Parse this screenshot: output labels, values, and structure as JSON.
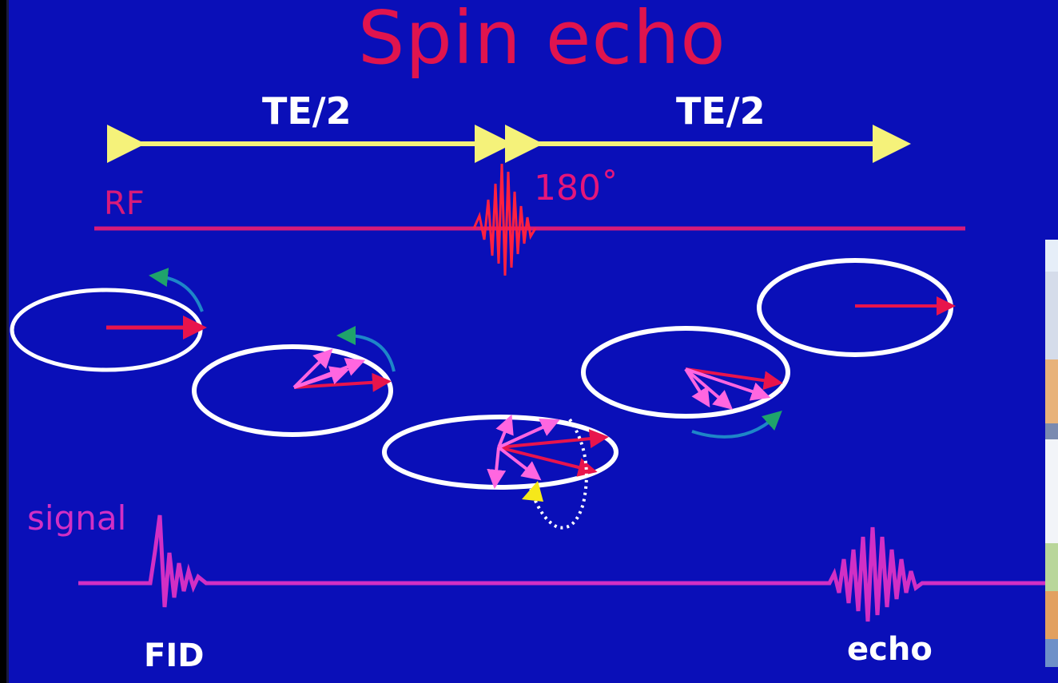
{
  "title": "Spin echo",
  "interval_left": "TE/2",
  "interval_right": "TE/2",
  "rf_label": "RF",
  "pulse_label": "180˚",
  "signal_label": "signal",
  "fid_label": "FID",
  "echo_label": "echo",
  "colors": {
    "background": "#0a0fb8",
    "title": "#e0144e",
    "interval_arrow": "#f5f27a",
    "rf_line": "#d81b7a",
    "signal_line": "#d22fc4",
    "spin_ring": "#ffffff",
    "spin_vector": "#e8144c",
    "dephased_vector": "#ff66e0",
    "rotation_arrow": "#1fa36b",
    "flip_arrow": "#f5e81a"
  }
}
